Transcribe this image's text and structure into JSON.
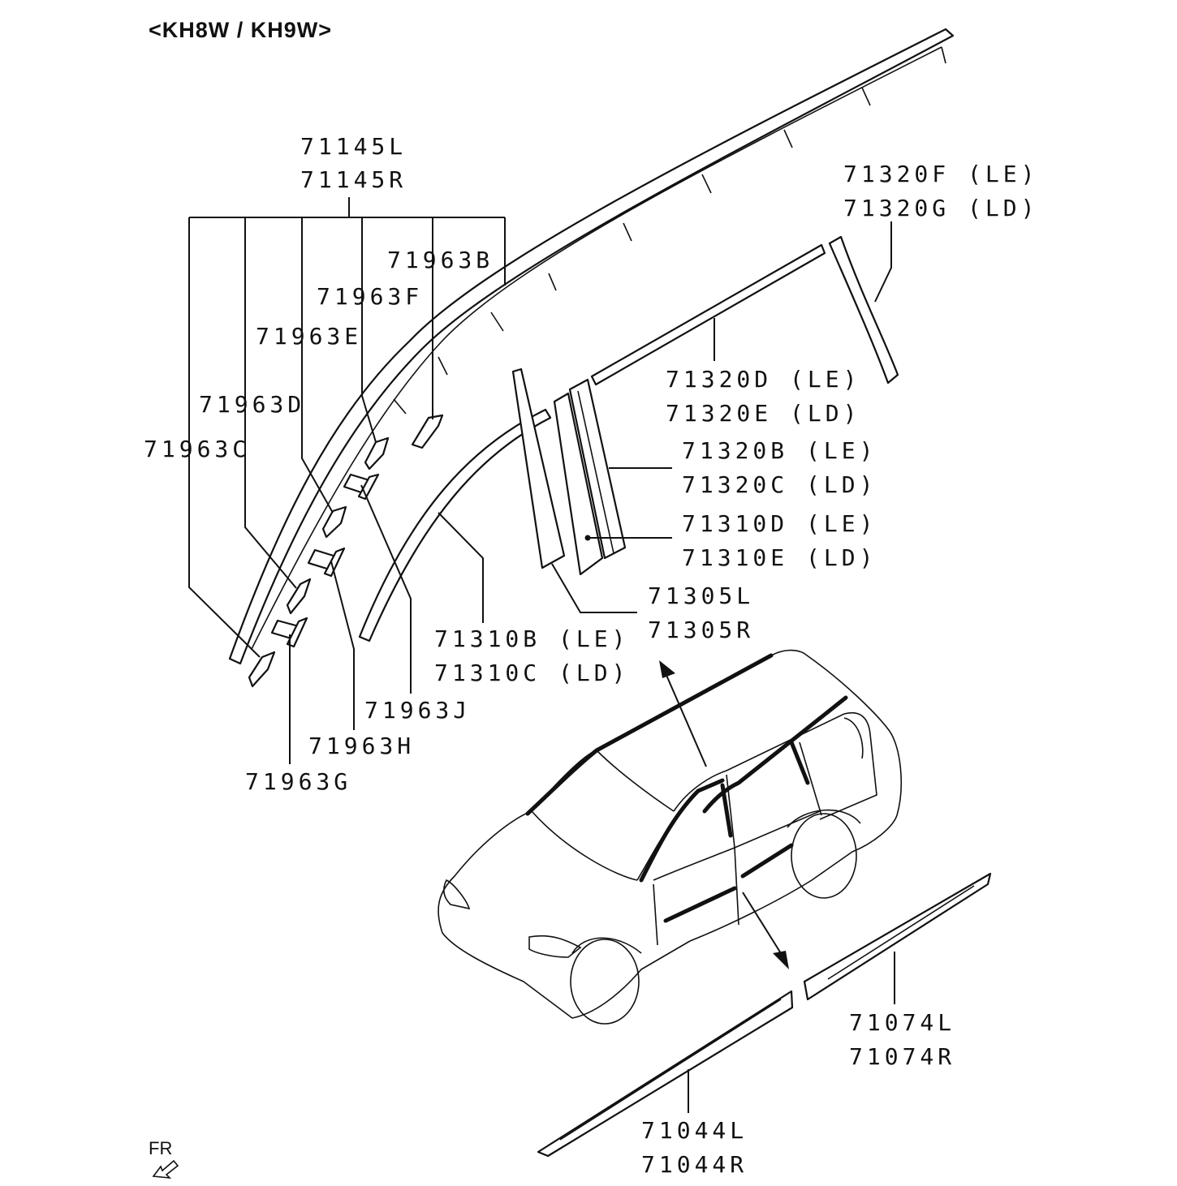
{
  "title": "<KH8W / KH9W>",
  "orientation": {
    "label": "FR",
    "icon": "front-direction-arrow-icon"
  },
  "labels": {
    "p71145": [
      "71145L",
      "71145R"
    ],
    "p71963B": "71963B",
    "p71963F": "71963F",
    "p71963E": "71963E",
    "p71963D": "71963D",
    "p71963C": "71963C",
    "p71963J": "71963J",
    "p71963H": "71963H",
    "p71963G": "71963G",
    "p71320FG": [
      "71320F (LE)",
      "71320G (LD)"
    ],
    "p71320DE": [
      "71320D (LE)",
      "71320E (LD)"
    ],
    "p71320BC": [
      "71320B (LE)",
      "71320C (LD)"
    ],
    "p71310DE": [
      "71310D (LE)",
      "71310E (LD)"
    ],
    "p71305": [
      "71305L",
      "71305R"
    ],
    "p71310BC": [
      "71310B (LE)",
      "71310C (LD)"
    ],
    "p71074": [
      "71074L",
      "71074R"
    ],
    "p71044": [
      "71044L",
      "71044R"
    ]
  }
}
